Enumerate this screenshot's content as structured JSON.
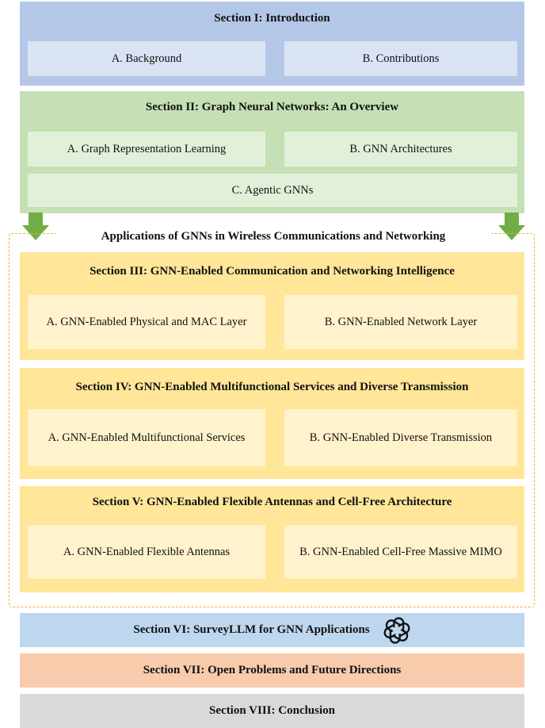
{
  "section1": {
    "title": "Section I: Introduction",
    "items": [
      "A. Background",
      "B. Contributions"
    ]
  },
  "section2": {
    "title": "Section II: Graph Neural Networks: An Overview",
    "items": [
      "A. Graph Representation Learning",
      "B. GNN Architectures",
      "C. Agentic GNNs"
    ]
  },
  "applications": {
    "title": "Applications of GNNs in Wireless Communications and Networking"
  },
  "section3": {
    "title": "Section III: GNN-Enabled Communication and Networking Intelligence",
    "items": [
      "A. GNN-Enabled Physical and MAC Layer",
      "B. GNN-Enabled Network Layer"
    ]
  },
  "section4": {
    "title": "Section IV: GNN-Enabled Multifunctional Services and Diverse Transmission",
    "items": [
      "A. GNN-Enabled Multifunctional Services",
      "B. GNN-Enabled Diverse Transmission"
    ]
  },
  "section5": {
    "title": "Section V: GNN-Enabled Flexible Antennas and Cell-Free Architecture",
    "items": [
      "A. GNN-Enabled Flexible Antennas",
      "B. GNN-Enabled Cell-Free Massive MIMO"
    ]
  },
  "section6": {
    "title": "Section VI: SurveyLLM for GNN Applications",
    "icon": "openai-logo-icon"
  },
  "section7": {
    "title": "Section VII: Open Problems and Future Directions"
  },
  "section8": {
    "title": "Section VIII: Conclusion"
  },
  "colors": {
    "section1": "#b4c7e7",
    "section1_items": "#dae3f3",
    "section2": "#c5e0b4",
    "section2_items": "#e2f0d9",
    "applications_border": "#f0b428",
    "arrows": "#70ad47",
    "sections3_5": "#ffe699",
    "sections3_5_items": "#fff2cc",
    "section6": "#bdd7ee",
    "section7": "#f8cbad",
    "section8": "#d9d9d9"
  }
}
